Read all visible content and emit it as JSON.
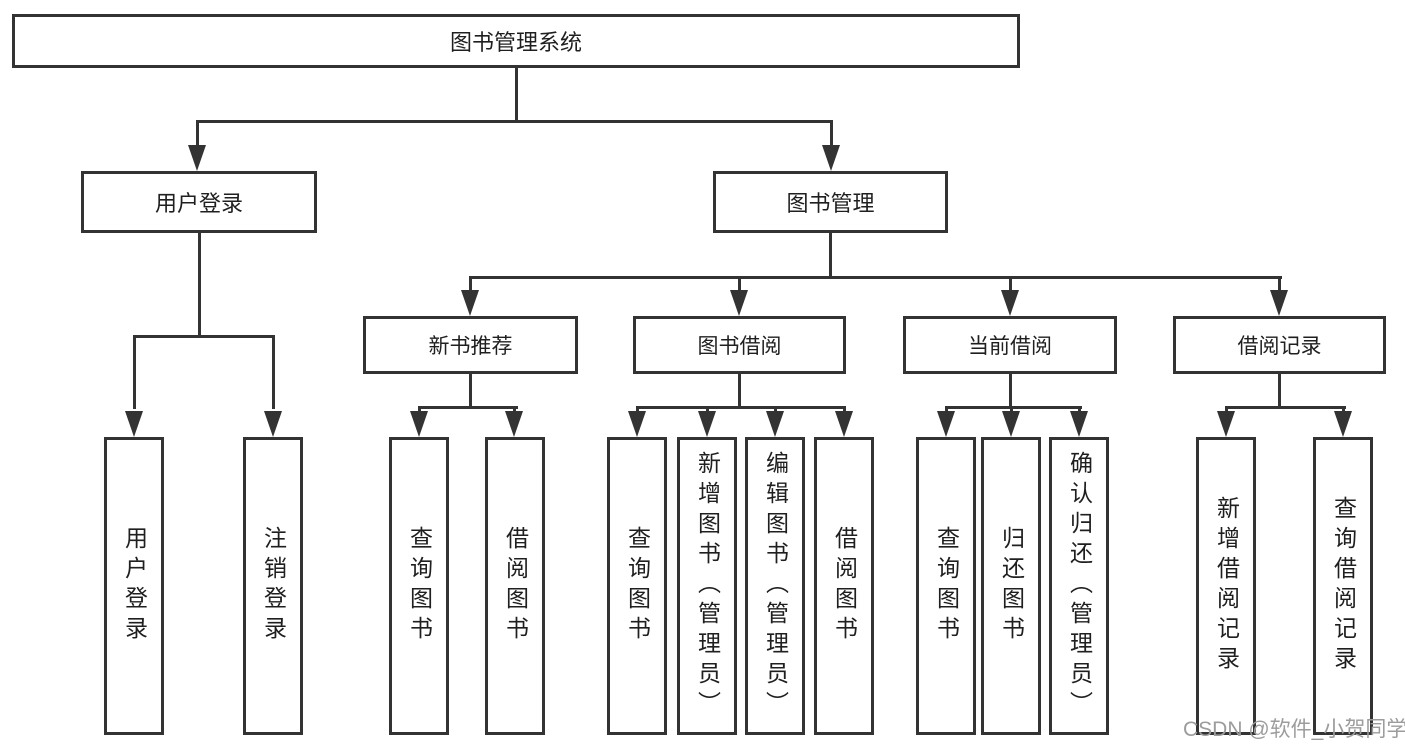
{
  "diagram_type": "hierarchy-tree",
  "colors": {
    "line": "#333333",
    "box_border": "#333333",
    "text": "#1f1f1f",
    "background": "#ffffff",
    "watermark": "#9c9c9c"
  },
  "tree": {
    "root": {
      "label": "图书管理系统",
      "children": [
        {
          "label": "用户登录",
          "children": [
            {
              "label": "用户登录"
            },
            {
              "label": "注销登录"
            }
          ]
        },
        {
          "label": "图书管理",
          "children": [
            {
              "label": "新书推荐",
              "children": [
                {
                  "label": "查询图书"
                },
                {
                  "label": "借阅图书"
                }
              ]
            },
            {
              "label": "图书借阅",
              "children": [
                {
                  "label": "查询图书"
                },
                {
                  "label": "新增图书（管理员）"
                },
                {
                  "label": "编辑图书（管理员）"
                },
                {
                  "label": "借阅图书"
                }
              ]
            },
            {
              "label": "当前借阅",
              "children": [
                {
                  "label": "查询图书"
                },
                {
                  "label": "归还图书"
                },
                {
                  "label": "确认归还（管理员）"
                }
              ]
            },
            {
              "label": "借阅记录",
              "children": [
                {
                  "label": "新增借阅记录"
                },
                {
                  "label": "查询借阅记录"
                }
              ]
            }
          ]
        }
      ]
    }
  },
  "watermark": {
    "text": "CSDN @软件_小贺同学"
  }
}
